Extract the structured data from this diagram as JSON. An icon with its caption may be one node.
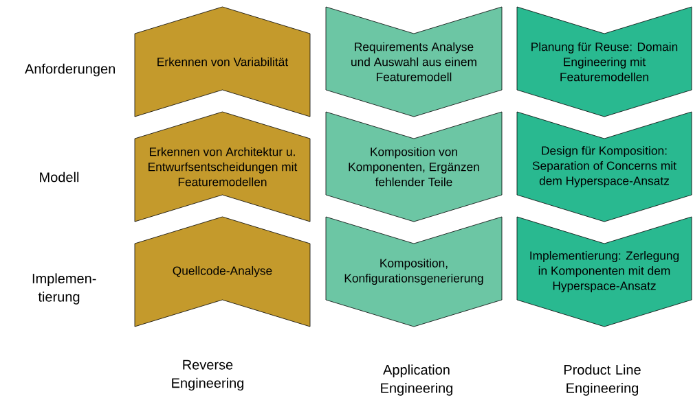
{
  "diagram": {
    "nodes": [
      {
        "text": [
          "Erkennen von Variabilität"
        ]
      },
      {
        "text": [
          "Requirements Analyse und Auswahl aus einem Featuremodell"
        ]
      },
      {
        "text": [
          "Planung für Reuse: Domain Engineering mit Featuremodellen"
        ]
      },
      {
        "text": [
          "Erkennen von Architektur u. Entwurfsentscheidungen mit Featuremodellen"
        ]
      },
      {
        "text": [
          "Komposition von Komponenten, Ergänzen fehlender Teile"
        ]
      },
      {
        "text": [
          "Design für Komposition: Separation of Concerns mit dem Hyperspace-Ansatz"
        ]
      },
      {
        "text": [
          "Quellcode-Analyse"
        ]
      },
      {
        "text": [
          "Komposition, Konfigurationsgenerierung"
        ]
      },
      {
        "text": [
          "Implementierung: Zerlegung in Komponenten mit dem Hyperspace-Ansatz"
        ]
      }
    ],
    "labels": [
      "Anforderungen",
      "Modell",
      "Implemen- tierung",
      "Reverse Engineering",
      "Application Engineering",
      "Product Line Engineering"
    ]
  }
}
